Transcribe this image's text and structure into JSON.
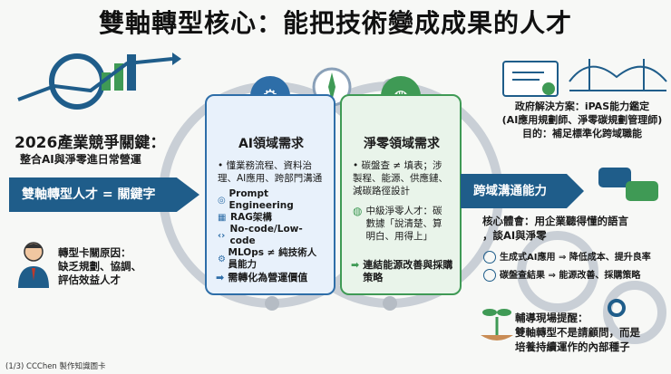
{
  "title": "雙軸轉型核心：能把技術變成成果的人才",
  "left": {
    "heading": "2026產業競爭關鍵：",
    "sub": "整合AI與淨零進日常營運",
    "arrow_label": "雙軸轉型人才 = 關鍵字",
    "reason_line1": "轉型卡關原因：",
    "reason_line2": "缺乏規劃、協調、",
    "reason_line3": "評估效益人才"
  },
  "ai_panel": {
    "title": "AI領域需求",
    "bullet": "• 懂業務流程、資料治理、AI應用、跨部門溝通",
    "tools": [
      {
        "icon": "prompt-icon",
        "label": "Prompt Engineering"
      },
      {
        "icon": "rag-icon",
        "label": "RAG架構"
      },
      {
        "icon": "code-icon",
        "label": "No-code/Low-code"
      },
      {
        "icon": "mlops-icon",
        "label": "MLOps ≠ 純技術人員能力"
      }
    ],
    "footer": "需轉化為營運價值"
  },
  "nz_panel": {
    "title": "淨零領域需求",
    "bullet": "• 碳盤查 ≠ 填表；涉製程、能源、供應鏈、減碳路徑設計",
    "talent": "中級淨零人才：碳數據「說清楚、算明白、用得上」",
    "footer": "連結能源改善與採購策略"
  },
  "right": {
    "arrow_label": "跨域溝通能力",
    "gov_line1": "政府解決方案：iPAS能力鑑定",
    "gov_line2": "(AI應用規劃師、淨零碳規劃管理師)",
    "gov_line3": "目的：補足標準化跨域職能",
    "core_line1": "核心體會：用企業聽得懂的語言",
    "core_line2": "，談AI與淨零",
    "core_items": [
      "生成式AI應用 ⇒ 降低成本、提升良率",
      "碳盤查結果 ⇒ 能源改善、採購策略"
    ],
    "coach_line1": "輔導現場提醒：",
    "coach_line2": "雙軸轉型不是請顧問，而是",
    "coach_line3": "培養持續運作的內部種子"
  },
  "footer": "(1/3) CCChen 製作知識圖卡",
  "colors": {
    "navy": "#1f5d8a",
    "green": "#3f9a55",
    "blue": "#2e6ea8"
  }
}
